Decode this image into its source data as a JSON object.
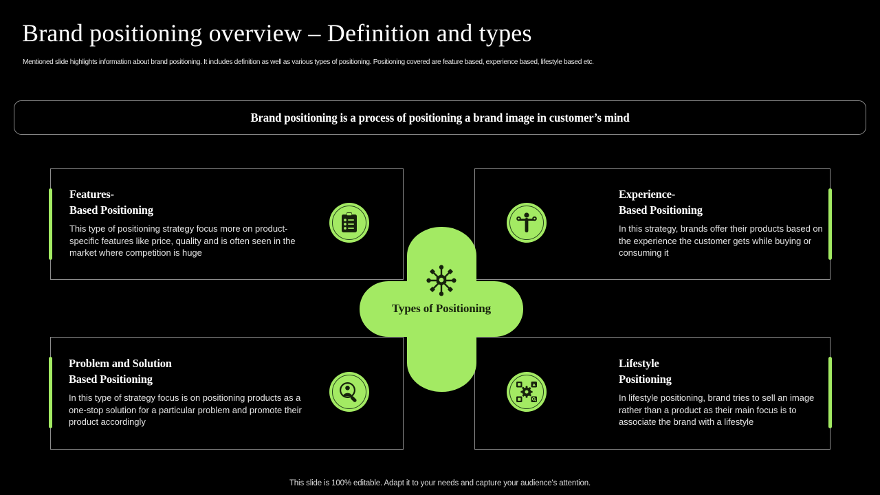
{
  "colors": {
    "background": "#000000",
    "accent_green": "#a3ea63",
    "icon_dark": "#16210c",
    "border_gray": "#8d8d8d",
    "text_primary": "#ffffff",
    "text_secondary": "#e3e3e3"
  },
  "header": {
    "title": "Brand positioning overview – Definition and types",
    "subtitle": "Mentioned slide highlights information about brand positioning. It includes definition as well as various types of positioning. Positioning covered are feature based, experience based, lifestyle based etc."
  },
  "banner": {
    "text": "Brand positioning is a process of positioning a brand image in customer’s mind"
  },
  "center": {
    "icon": "hub-network-icon",
    "label": "Types of\nPositioning"
  },
  "cards": [
    {
      "position": "top-left",
      "title": "Features-\nBased Positioning",
      "description": "This type of positioning strategy focus more on product-specific features like price, quality and is often seen in the market where competition is huge",
      "icon": "clipboard-checklist-icon"
    },
    {
      "position": "top-right",
      "title": "Experience-\nBased Positioning",
      "description": "In this strategy, brands offer their products based on the experience the customer gets while buying or consuming it",
      "icon": "person-balance-icon"
    },
    {
      "position": "bottom-left",
      "title": "Problem and Solution\nBased Positioning",
      "description": "In this type of strategy focus is on positioning products as a one-stop solution for a particular problem and promote their product accordingly",
      "icon": "magnifier-person-icon"
    },
    {
      "position": "bottom-right",
      "title": "Lifestyle\nPositioning",
      "description": "In lifestyle positioning, brand tries to sell an image rather than a product as their main focus is to associate the brand with a lifestyle",
      "icon": "gear-modules-icon"
    }
  ],
  "footer": {
    "note": "This slide is 100% editable. Adapt it to your needs and capture your audience's attention."
  }
}
